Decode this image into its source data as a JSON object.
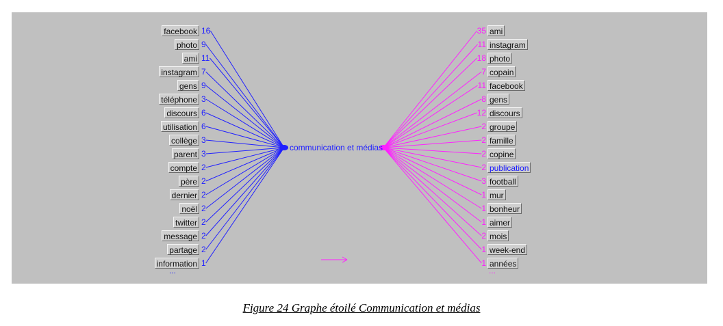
{
  "graph": {
    "center_label": "communication et médias",
    "line_color_left": "#2020ff",
    "line_color_right": "#ff20ff",
    "left_items": [
      {
        "word": "facebook",
        "count": "16"
      },
      {
        "word": "photo",
        "count": "9"
      },
      {
        "word": "ami",
        "count": "11"
      },
      {
        "word": "instagram",
        "count": "7"
      },
      {
        "word": "gens",
        "count": "9"
      },
      {
        "word": "téléphone",
        "count": "3"
      },
      {
        "word": "discours",
        "count": "6"
      },
      {
        "word": "utilisation",
        "count": "6"
      },
      {
        "word": "collège",
        "count": "3"
      },
      {
        "word": "parent",
        "count": "3"
      },
      {
        "word": "compte",
        "count": "2"
      },
      {
        "word": "père",
        "count": "2"
      },
      {
        "word": "dernier",
        "count": "2"
      },
      {
        "word": "noël",
        "count": "2"
      },
      {
        "word": "twitter",
        "count": "2"
      },
      {
        "word": "message",
        "count": "2"
      },
      {
        "word": "partage",
        "count": "2"
      },
      {
        "word": "information",
        "count": "1"
      }
    ],
    "right_items": [
      {
        "word": "ami",
        "count": "35"
      },
      {
        "word": "instagram",
        "count": "11"
      },
      {
        "word": "photo",
        "count": "18"
      },
      {
        "word": "copain",
        "count": "7"
      },
      {
        "word": "facebook",
        "count": "11"
      },
      {
        "word": "gens",
        "count": "8"
      },
      {
        "word": "discours",
        "count": "12"
      },
      {
        "word": "groupe",
        "count": "2"
      },
      {
        "word": "famille",
        "count": "2"
      },
      {
        "word": "copine",
        "count": "2"
      },
      {
        "word": "publication",
        "count": "2",
        "highlight": true
      },
      {
        "word": "football",
        "count": "3"
      },
      {
        "word": "mur",
        "count": "1"
      },
      {
        "word": "bonheur",
        "count": "1"
      },
      {
        "word": "aimer",
        "count": "1"
      },
      {
        "word": "mois",
        "count": "2"
      },
      {
        "word": "week-end",
        "count": "1"
      },
      {
        "word": "années",
        "count": "1"
      }
    ],
    "ellipsis_left": "...",
    "ellipsis_right": "..."
  },
  "caption": "Figure 24 Graphe étoilé Communication et médias"
}
